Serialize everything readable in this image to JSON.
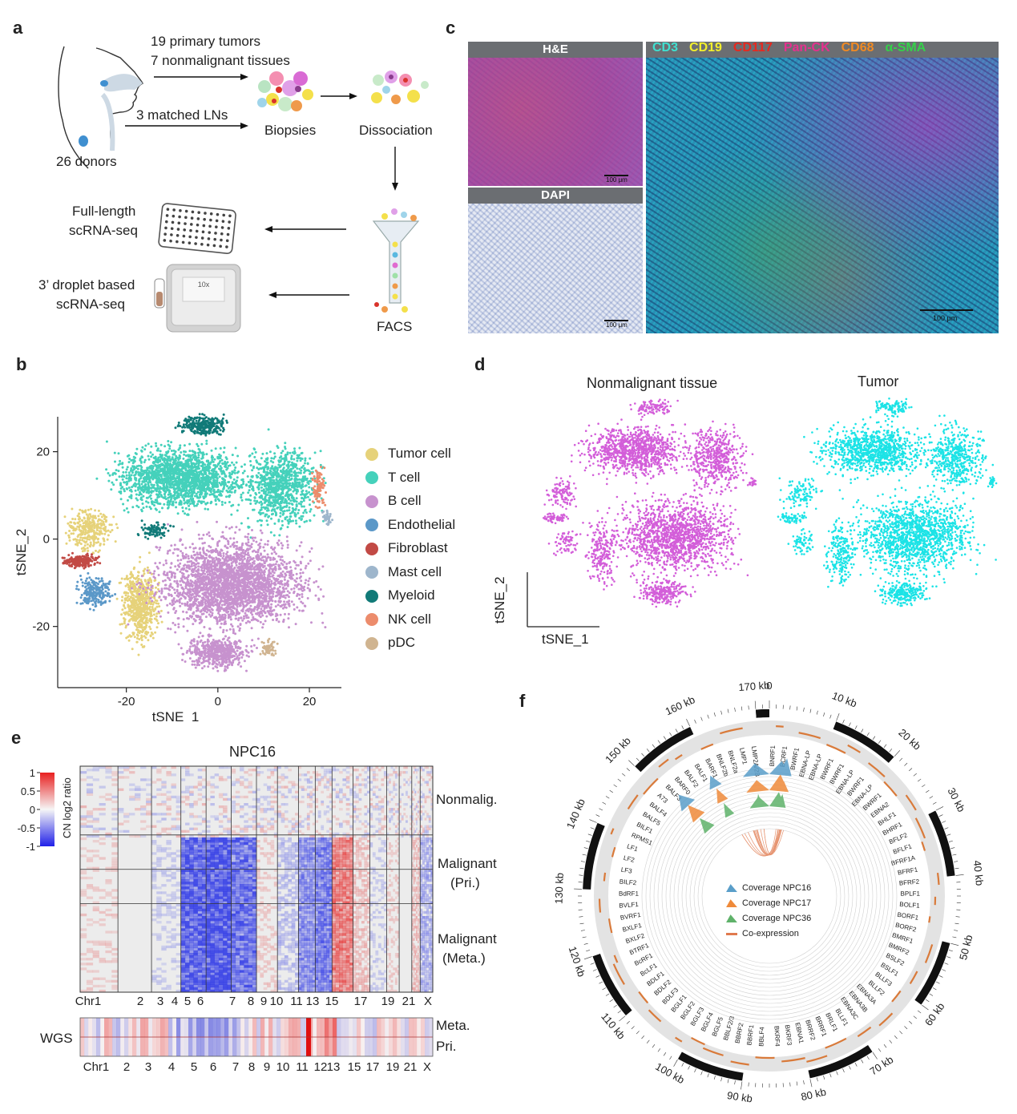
{
  "panels": {
    "a": "a",
    "b": "b",
    "c": "c",
    "d": "d",
    "e": "e",
    "f": "f"
  },
  "panel_a": {
    "line1": "19 primary tumors",
    "line2": "7 nonmalignant tissues",
    "lns": "3 matched LNs",
    "donors": "26 donors",
    "biopsies": "Biopsies",
    "dissociation": "Dissociation",
    "full_length_1": "Full-length",
    "full_length_2": "scRNA-seq",
    "droplet_1": "3’ droplet based",
    "droplet_2": "scRNA-seq",
    "facs": "FACS",
    "chip_label": "10x"
  },
  "panel_b": {
    "chart_data": {
      "type": "scatter",
      "xlabel": "tSNE_1",
      "ylabel": "tSNE_2",
      "xticks": [
        -20,
        0,
        20
      ],
      "yticks": [
        20,
        0,
        -20
      ],
      "xlim": [
        -35,
        27
      ],
      "ylim": [
        -34,
        28
      ],
      "series": [
        {
          "name": "Tumor cell",
          "color": "#e6d27a",
          "centers": [
            [
              -28,
              2
            ],
            [
              -17,
              -15
            ]
          ]
        },
        {
          "name": "T cell",
          "color": "#45d1bb",
          "centers": [
            [
              -8,
              14
            ],
            [
              14,
              12
            ]
          ]
        },
        {
          "name": "B cell",
          "color": "#c792ce",
          "centers": [
            [
              3,
              -10
            ],
            [
              0,
              -26
            ]
          ]
        },
        {
          "name": "Endothelial",
          "color": "#5b98c8",
          "centers": [
            [
              -27,
              -12
            ]
          ]
        },
        {
          "name": "Fibroblast",
          "color": "#c24a45",
          "centers": [
            [
              -30,
              -5
            ]
          ]
        },
        {
          "name": "Mast cell",
          "color": "#9eb6cc",
          "centers": [
            [
              24,
              5
            ]
          ]
        },
        {
          "name": "Myeloid",
          "color": "#117a78",
          "centers": [
            [
              -3,
              26
            ],
            [
              -15,
              1
            ]
          ]
        },
        {
          "name": "NK cell",
          "color": "#ec8c6c",
          "centers": [
            [
              22,
              12
            ]
          ]
        },
        {
          "name": "pDC",
          "color": "#d0b490",
          "centers": [
            [
              11,
              -25
            ]
          ]
        }
      ]
    }
  },
  "panel_c": {
    "he": "H&E",
    "dapi": "DAPI",
    "markers": [
      {
        "label": "CD3",
        "color": "#3fe0d0"
      },
      {
        "label": "CD19",
        "color": "#f2ef2c"
      },
      {
        "label": "CD117",
        "color": "#e8281e"
      },
      {
        "label": "Pan-CK",
        "color": "#e5308e"
      },
      {
        "label": "CD68",
        "color": "#f08a24"
      },
      {
        "label": "α-SMA",
        "color": "#35d14a"
      }
    ],
    "scale": "100 μm"
  },
  "panel_d": {
    "title_left": "Nonmalignant tissue",
    "title_right": "Tumor",
    "xlabel": "tSNE_1",
    "ylabel": "tSNE_2",
    "color_left": "#d35ed9",
    "color_right": "#1ce3e6"
  },
  "panel_e": {
    "title": "NPC16",
    "colorbar_label": "CN log2 ratio",
    "colorbar_ticks": [
      "1",
      "0.5",
      "0",
      "-0.5",
      "-1"
    ],
    "row_labels": [
      "Nonmalig.",
      "Malignant",
      "(Pri.)",
      "Malignant",
      "(Meta.)"
    ],
    "chromosomes": [
      "Chr1",
      "2",
      "3",
      "4",
      "5",
      "6",
      "7",
      "8",
      "9",
      "10",
      "11",
      "13",
      "15",
      "17",
      "19",
      "21",
      "X"
    ],
    "wgs_label": "WGS",
    "wgs_rows": [
      "Meta.",
      "Pri."
    ],
    "wgs_chromosomes": [
      "Chr1",
      "2",
      "3",
      "4",
      "5",
      "6",
      "7",
      "8",
      "9",
      "10",
      "11",
      "12",
      "13",
      "15",
      "17",
      "19",
      "21",
      "X"
    ]
  },
  "panel_f": {
    "kb_labels": [
      "0",
      "10 kb",
      "20 kb",
      "30 kb",
      "40 kb",
      "50 kb",
      "60 kb",
      "70 kb",
      "80 kb",
      "90 kb",
      "100 kb",
      "110 kb",
      "120 kb",
      "130 kb",
      "140 kb",
      "150 kb",
      "160 kb",
      "170 kb"
    ],
    "genes": [
      "BNRF1",
      "BCRF1",
      "BWRF1",
      "EBNA-LP",
      "EBNA-LP",
      "BWRF1",
      "BWRF1",
      "EBNA-LP",
      "BWRF1",
      "EBNA-LP",
      "BWRF1",
      "EBNA2",
      "BHLF1",
      "BHRF1",
      "BFLF2",
      "BFLF1",
      "BFRF1A",
      "BFRF1",
      "BFRF2",
      "BPLF1",
      "BOLF1",
      "BORF1",
      "BORF2",
      "BMRF1",
      "BMRF2",
      "BSLF2",
      "BSLF1",
      "BLLF3",
      "BLLF2",
      "EBNA3A",
      "EBNA3B",
      "EBNA3C",
      "BLLF1",
      "BRLF1",
      "BRRF1",
      "BRRF2",
      "EBNA1",
      "BKRF3",
      "BKRF4",
      "BBLF4",
      "BBRF1",
      "BBRF2",
      "BBLF2/3",
      "BGLF5",
      "BGLF4",
      "BGLF3",
      "BGLF2",
      "BGLF1",
      "BDLF3",
      "BDLF2",
      "BDLF1",
      "BcLF1",
      "BcRF1",
      "BTRF1",
      "BXLF2",
      "BXLF1",
      "BVRF1",
      "BVLF1",
      "BdRF1",
      "BILF2",
      "LF3",
      "LF2",
      "LF1",
      "RPMS1",
      "BILF1",
      "BALF5",
      "BALF4",
      "A73",
      "BALF3",
      "BARF0",
      "BALF2",
      "BALF1",
      "BARF1",
      "BNLF2b",
      "BNLF2a",
      "LMP1",
      "LMP2A/2B"
    ],
    "legend": [
      {
        "label": "Coverage NPC16",
        "color": "#5a9ec9"
      },
      {
        "label": "Coverage NPC17",
        "color": "#ef8a3a"
      },
      {
        "label": "Coverage NPC36",
        "color": "#5fb26a"
      },
      {
        "label": "Co-expression",
        "color": "#e07a4e"
      }
    ]
  }
}
